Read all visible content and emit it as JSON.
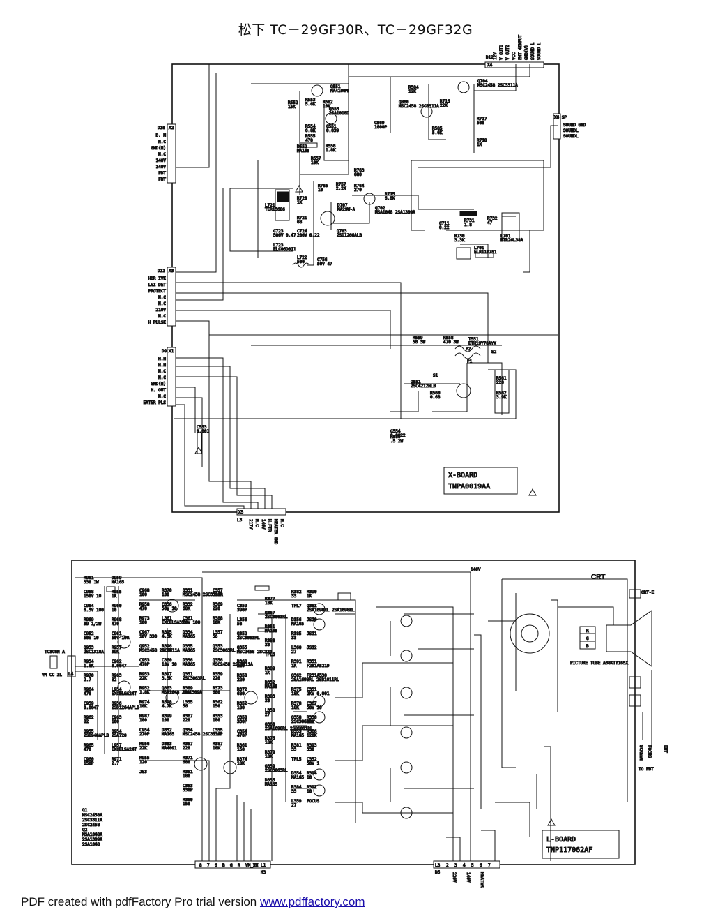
{
  "title": "松下 TC－29GF30R、TC－29GF32G",
  "footer": {
    "prefix": "PDF created with pdfFactory Pro trial version ",
    "link": "www.pdffactory.com"
  },
  "x_board": {
    "name": "X-BOARD",
    "part": "TNPA0019AA",
    "connectors": {
      "d12": {
        "ref": "D12",
        "plug": "X4",
        "pins": [
          "12V",
          "V OUT1",
          "V OUT2",
          "VCC",
          "EHT 4INPUT",
          "GND(V)",
          "SOUND L",
          "SOUND L"
        ]
      },
      "d10": {
        "ref": "D10",
        "plug": "X2",
        "pins": [
          "D. M",
          "N.C",
          "GND(H)",
          "N.C",
          "140V",
          "140V",
          "FBT",
          "FBT"
        ]
      },
      "d11": {
        "ref": "D11",
        "plug": "X3",
        "pins": [
          "HDR IVE",
          "LVI DET",
          "PROTECT",
          "N.C",
          "N.C",
          "210V",
          "N.C",
          "H PULSE"
        ]
      },
      "d9": {
        "ref": "D9",
        "plug": "X1",
        "pins": [
          "H.H",
          "H.H",
          "N.C",
          "N.C",
          "GND(H)",
          "H. OUT",
          "N.C",
          "EATER PLS"
        ]
      },
      "sp": {
        "ref": "X6 SP",
        "pins": [
          "SOUND GND",
          "SOUNDL",
          "SOUNDL"
        ]
      },
      "x5": {
        "ref": "X5",
        "l": "L3",
        "pins": [
          "217V",
          "N.C",
          "140V",
          "H.FTR",
          "HEATER GND",
          "N.C"
        ]
      }
    },
    "components": [
      "Q551 MA4100M",
      "R553 5.6K",
      "R552 15K",
      "R582 10K",
      "Q553 2SA1018D",
      "R554 6.8K",
      "C551 0.039",
      "R555 470",
      "R556 1.8K",
      "D552 MA165",
      "R557 10K",
      "R584 12K",
      "Q860 MSC2458 2SC3311A",
      "R716 22K",
      "Q704 MSC2458 2SC3311A",
      "C569 1000P",
      "R585 5.6K",
      "R717 560",
      "R718 1K",
      "R763 680",
      "R765 10",
      "R757 2.2K",
      "R764 270",
      "R715 6.8K",
      "L721 TER15686",
      "R720 1K",
      "R721 68",
      "D707 MA29W-A",
      "Q702 MSA1048 2SA1309A",
      "Q703 2SD1266ALB",
      "C723 500V 0.47",
      "C724 200V 0.22",
      "L723 ELC06D011",
      "L722 500",
      "C756 50V 47",
      "C711 0.22",
      "R731 1.8",
      "R732 47",
      "R730 3.3K",
      "L701 ETR26L38A",
      "L701 ELR11Y751",
      "R559 56 3W",
      "R558 470 3W",
      "T551 ETH19Y70AYX",
      "P2",
      "S2",
      "P1",
      "S1",
      "Q551 2SC4212HLB",
      "R560 0.68",
      "R561 220",
      "R562 3.9K",
      "C553 0.001",
      "C554 0.0022",
      "R580 .5 2W"
    ]
  },
  "l_board": {
    "name": "L-BOARD",
    "part": "TNP117062AF",
    "crt_label": "CRT",
    "crt_e": "CRT-E",
    "picture_tube": "PICTURE TUBE A68KTY165X",
    "connectors": {
      "left": {
        "ref": "TC3C6N A",
        "l": "L4",
        "pins": [
          "VM CC IL"
        ]
      },
      "bottom_left": {
        "ref": "L1",
        "h": "H3",
        "pins": [
          "8",
          "7",
          "6",
          "B",
          "G",
          "R",
          "VM_IN",
          "VX"
        ]
      },
      "bottom_right": {
        "ref": "L3",
        "d": "D5",
        "pins": [
          "2",
          "3",
          "4",
          "5",
          "6",
          "7"
        ],
        "labels": [
          "220V",
          "140V",
          "HEATER"
        ]
      },
      "crt_out": [
        "SCREEN",
        "FOCUS",
        "EHT",
        "TO FBT"
      ]
    },
    "supply": "140V",
    "components": [
      "R961 330 1W",
      "C958 150V 10",
      "C964 6.3V 100",
      "R969 39 1/2W",
      "C952 50V 10",
      "Q953 2SC1318A",
      "R954 1.8K",
      "R970 2.7",
      "R964 470",
      "C959 0.0047",
      "R962 82",
      "Q955 2SB940APLB",
      "R965 470",
      "C960 150P",
      "D959 MA165",
      "R955 1K",
      "R960 10",
      "R968 470",
      "C961 50V 100",
      "R957 39K",
      "C962 0.0047",
      "R963 82",
      "L954 EXCELSA24T",
      "Q956 2SD1264APLB",
      "C963 100",
      "Q954 2SA720",
      "L957 EXCELSA24T",
      "R971 2.7",
      "C968 100",
      "R958 470",
      "R973 100",
      "C967 10V 330",
      "Q952 MSC2458 2SC3311A",
      "C953 470P",
      "R953 22K",
      "R952 1.8K",
      "R974 10K",
      "R987 100",
      "C954 270P",
      "R956 22K",
      "R955 120",
      "JS3",
      "R370 100",
      "C356 50V 10",
      "L361 EXCELSA35V",
      "R395 4.3K",
      "R396 1.2K",
      "C360 10V 10",
      "R397 3.3K",
      "Q363 MSA1048 2SA1309A",
      "R398 4.7K",
      "R399 100",
      "D332 MA165",
      "D333 MA4091",
      "Q331 MSC2458 2SC3311A",
      "R332 68K",
      "C361 10V 100",
      "D334 MA165",
      "D335 MA165",
      "D336 MA165",
      "Q351 2SC3063RL",
      "R389 10K",
      "L355 56",
      "R367 220",
      "Q354 MSC2458 2SC311A",
      "R357 220",
      "R371 680",
      "R351 180",
      "C353 330P",
      "R360 150",
      "C357 390P",
      "R369 220",
      "R388 10K",
      "L357 56",
      "Q353 2SC3063RL",
      "Q356 MSC2458 2SC3311A",
      "R359 220",
      "R373 680",
      "R362 150",
      "R353 180",
      "C355 330P",
      "R387 10K",
      "C359 390P",
      "L356 56",
      "Q352 2SC3063RL",
      "Q355 MSC2458 2SC331",
      "R368 220",
      "R358 220",
      "R372 680",
      "R352 180",
      "C358 330P",
      "C354 470P",
      "R361 150",
      "R374 18K",
      "R377 18K",
      "Q357 2SC3063RL",
      "D351 MA165",
      "R380 33",
      "TPL6",
      "R389 1K",
      "D352 MA165",
      "R383 33",
      "L358 27",
      "Q360 2SA1698RL 2SB1011RL",
      "R376 18K",
      "R379 18K",
      "Q359 2SC3063RL",
      "D355 MA165",
      "R382 33",
      "TPL7",
      "D356 MA165",
      "R385 33",
      "L360 27",
      "R391 1K",
      "Q362 2SA1698RL 2SB1011RL",
      "R375 18K",
      "R378 18K",
      "Q358 2SC3063RL",
      "D353 MA165",
      "R381 33",
      "TPL5",
      "D354 MA165",
      "R384 33",
      "L359 27",
      "R390 1K",
      "Q361 2SA1698RL 2SA1698RL",
      "JS10",
      "JS11",
      "JS12",
      "R351 F231A521D",
      "F231A530",
      "C351 2KV 0.001",
      "C367 50V 10",
      "R350 20K",
      "R366 120K",
      "R393 330",
      "C352 50V 1",
      "R394 10",
      "R392 10",
      "FOCUS"
    ],
    "notes": [
      "Q1",
      "MSC2458A",
      "2SC3311A",
      "2SC2458",
      "Q2",
      "MSA1048A",
      "2SA1309A",
      "2SA1048"
    ]
  }
}
